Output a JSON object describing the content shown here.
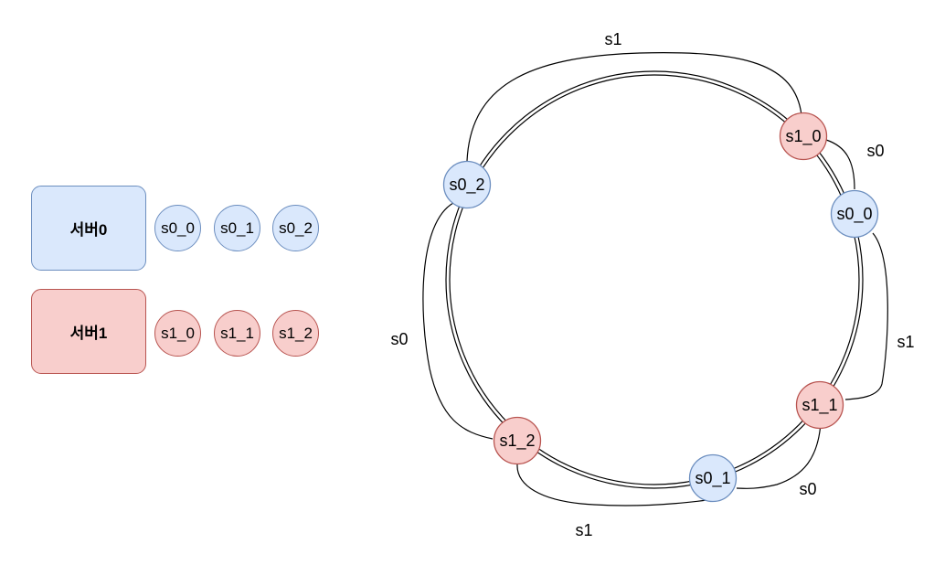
{
  "servers": [
    {
      "name": "서버0",
      "color": "#dae8fc",
      "stroke": "#6c8ebf",
      "nodes": [
        "s0_0",
        "s0_1",
        "s0_2"
      ]
    },
    {
      "name": "서버1",
      "color": "#f8cecc",
      "stroke": "#b85450",
      "nodes": [
        "s1_0",
        "s1_1",
        "s1_2"
      ]
    }
  ],
  "ring": {
    "nodes": {
      "s1_0": "s1_0",
      "s0_0": "s0_0",
      "s1_1": "s1_1",
      "s0_1": "s0_1",
      "s1_2": "s1_2",
      "s0_2": "s0_2"
    },
    "edge_labels": {
      "top": "s1",
      "right_top": "s0",
      "right": "s1",
      "bottom_right": "s0",
      "bottom": "s1",
      "left": "s0"
    }
  }
}
